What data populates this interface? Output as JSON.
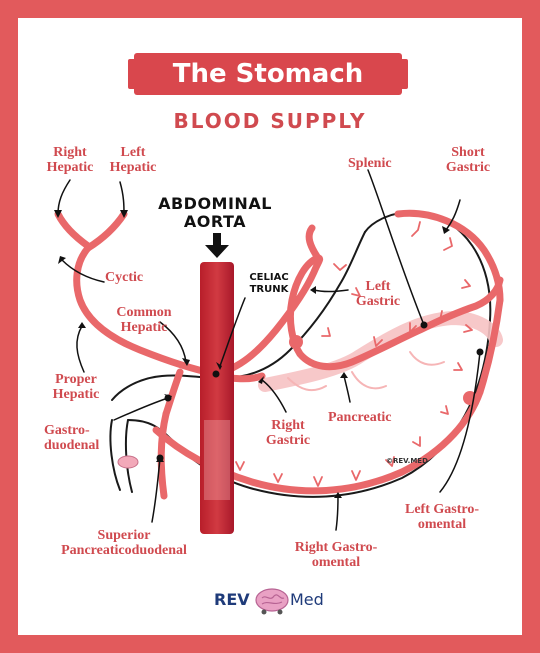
{
  "header": {
    "title": "The Stomach",
    "subtitle": "BLOOD SUPPLY"
  },
  "aorta": {
    "label_line1": "ABDOMINAL",
    "label_line2": "AORTA",
    "celiac_line1": "CELIAC",
    "celiac_line2": "TRUNK"
  },
  "labels": {
    "right_hepatic": [
      "Right",
      "Hepatic"
    ],
    "left_hepatic": [
      "Left",
      "Hepatic"
    ],
    "cystic": "Cyctic",
    "common_hepatic": [
      "Common",
      "Hepatic"
    ],
    "proper_hepatic": [
      "Proper",
      "Hepatic"
    ],
    "gastroduodenal": [
      "Gastro-",
      "duodenal"
    ],
    "superior_pancreaticoduodenal": [
      "Superior",
      "Pancreaticoduodenal"
    ],
    "splenic": "Splenic",
    "short_gastric": [
      "Short",
      "Gastric"
    ],
    "left_gastric": [
      "Left",
      "Gastric"
    ],
    "right_gastric": [
      "Right",
      "Gastric"
    ],
    "pancreatic": "Pancreatic",
    "left_gastroomental": [
      "Left Gastro-",
      "omental"
    ],
    "right_gastroomental": [
      "Right Gastro-",
      "omental"
    ]
  },
  "copyright": "©REV.MED",
  "brand": {
    "rev": "REV",
    "med": "Med"
  },
  "colors": {
    "frame": "#e25a5c",
    "artery": "#e9686a",
    "aorta": "#c52832",
    "banner": "#d9474d",
    "text": "#d04a4f",
    "brand": "#1f3b7a"
  }
}
